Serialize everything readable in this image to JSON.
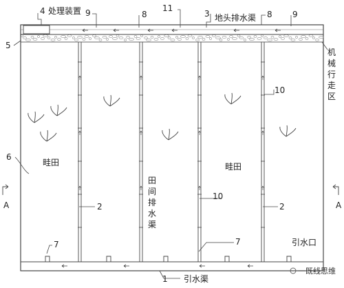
{
  "labels": {
    "treatment_device": "处理装置",
    "head_ditch": "地头排水渠",
    "machine_area": [
      "机",
      "械",
      "行",
      "走",
      "区"
    ],
    "field_left": "畦田",
    "field_right": "畦田",
    "field_drain": [
      "田",
      "间",
      "排",
      "水",
      "渠"
    ],
    "inlet": "引水口",
    "intake_canal": "引水渠",
    "section_left": "A",
    "section_right": "A"
  },
  "callouts": {
    "n1": "1",
    "n2a": "2",
    "n2b": "2",
    "n3": "3",
    "n4": "4",
    "n5": "5",
    "n6": "6",
    "n7a": "7",
    "n7b": "7",
    "n8a": "8",
    "n8b": "8",
    "n9a": "9",
    "n9b": "9",
    "n10a": "10",
    "n10b": "10",
    "n11": "11"
  },
  "watermark": {
    "text": "一既线思维"
  },
  "colors": {
    "line": "#444444",
    "gravel": "#9a9a9a",
    "background": "#ffffff"
  }
}
